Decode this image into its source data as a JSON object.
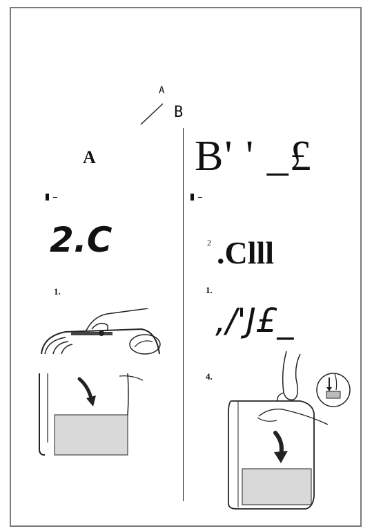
{
  "header": {
    "label_a": "A",
    "label_b": "B"
  },
  "column_a": {
    "title": "A",
    "step_big": "2.C",
    "step_1": "1.",
    "illustration_top": "hand-opening-cover-illustration",
    "illustration_main": "dispenser-cover-close-illustration"
  },
  "column_b": {
    "title": "B' ' _£",
    "step_big_sup": "2",
    "step_big": ".Clll",
    "step_1": "1.",
    "step_scribble": ",/'J£_",
    "step_4": "4.",
    "illustration_main": "dispenser-refill-insert-illustration"
  },
  "colors": {
    "frame_border": "#7a7a7a",
    "refill_fill": "#d9d9d9",
    "ink": "#111111"
  }
}
